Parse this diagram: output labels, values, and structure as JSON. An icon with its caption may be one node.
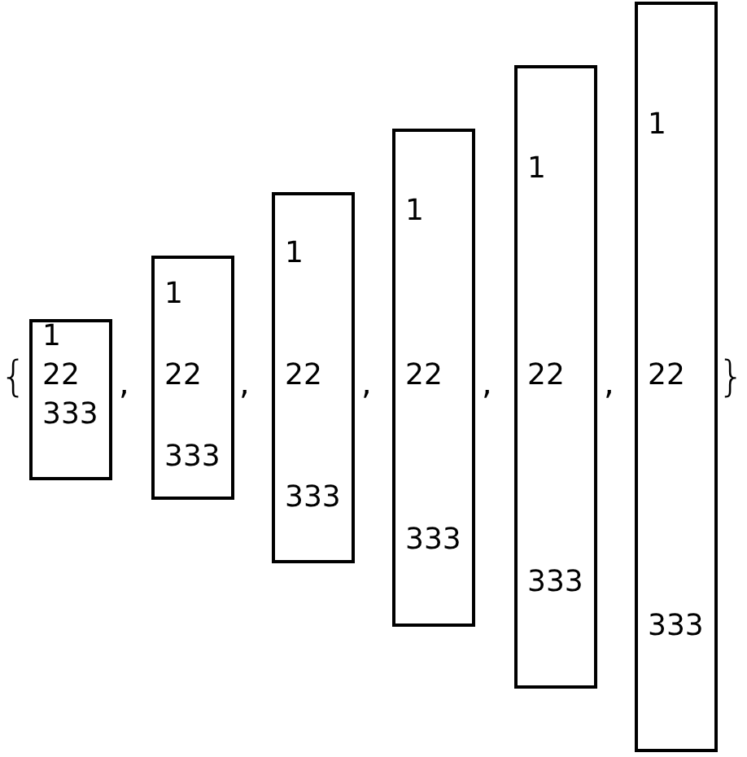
{
  "diagram": {
    "nodes": [
      {
        "text": [
          "1",
          "22",
          "333"
        ]
      },
      {
        "text": [
          "1",
          "22",
          "333"
        ]
      },
      {
        "text": [
          "1",
          "22",
          "333"
        ]
      },
      {
        "text": [
          "1",
          "22",
          "333"
        ]
      },
      {
        "text": [
          "1",
          "22",
          "333"
        ]
      },
      {
        "text": [
          "1",
          "22",
          "333"
        ]
      }
    ],
    "labels": [
      "{",
      ",",
      ",",
      ",",
      ",",
      ",",
      "}"
    ]
  }
}
